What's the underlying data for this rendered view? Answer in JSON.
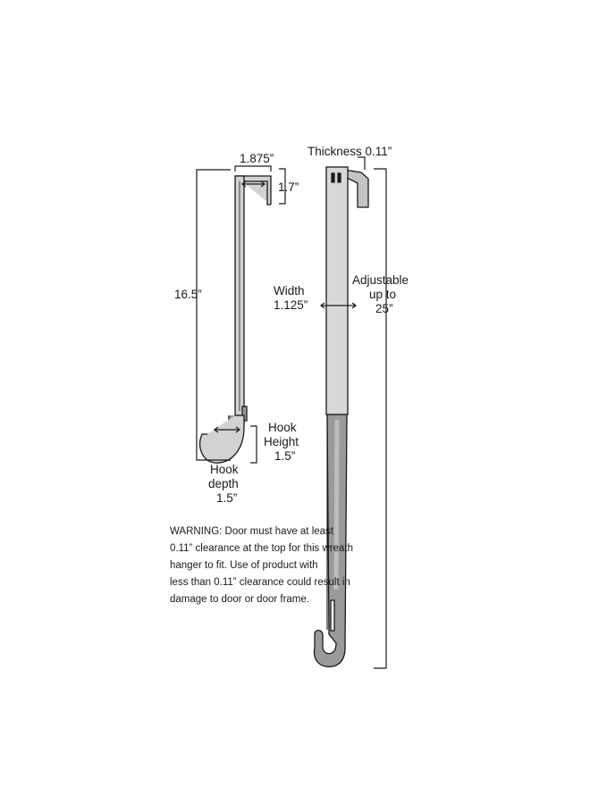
{
  "hanger_left": {
    "top_width": "1.875”",
    "top_depth": "1.7”",
    "length": "16.5”",
    "hook_height": [
      "Hook",
      "Height",
      "1.5”"
    ],
    "hook_depth": [
      "Hook",
      "depth",
      "1.5”"
    ]
  },
  "hanger_right": {
    "thickness": "Thickness 0.11”",
    "width": [
      "Width",
      "1.125”"
    ],
    "adjustable": [
      "Adjustable",
      "up to",
      "25”"
    ]
  },
  "warning": [
    "WARNING:  Door must have at least",
    "0.11” clearance at the top for this wreath",
    "hanger to fit.  Use of product with",
    "less than 0.11” clearance could result in",
    "damage to door or door frame."
  ],
  "colors": {
    "metal_light": "#d2d2d2",
    "metal_dark": "#9a9a9a",
    "outline": "#1a1a1a"
  }
}
